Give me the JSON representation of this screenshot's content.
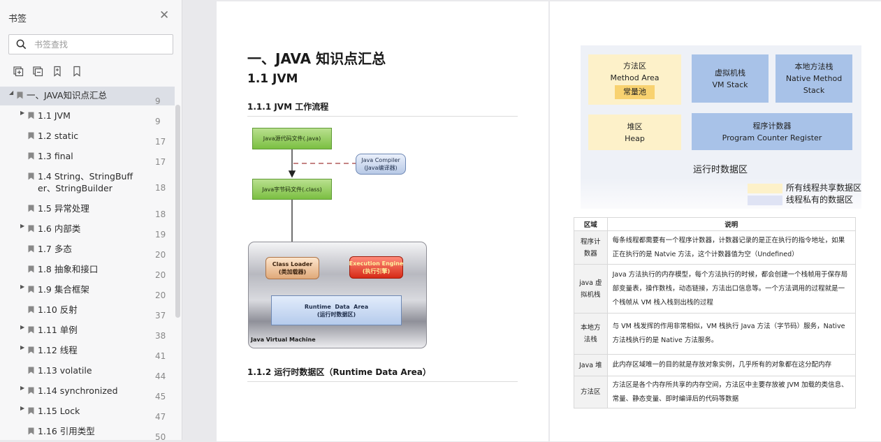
{
  "sidebar": {
    "title": "书签",
    "close_icon": "close-icon",
    "search_placeholder": "书签查找",
    "tools": [
      "expand-all-icon",
      "collapse-all-icon",
      "add-bookmark-icon",
      "bookmark-icon"
    ],
    "items": [
      {
        "label": "一、JAVA知识点汇总",
        "page": "9",
        "level": 0,
        "expanded": true,
        "selected": true
      },
      {
        "label": "1.1 JVM",
        "page": "9",
        "level": 1,
        "has_children": true
      },
      {
        "label": "1.2 static",
        "page": "17",
        "level": 1
      },
      {
        "label": "1.3 final",
        "page": "17",
        "level": 1
      },
      {
        "label": "1.4 String、StringBuff\ner、StringBuilder",
        "page": "18",
        "level": 1
      },
      {
        "label": "1.5 异常处理",
        "page": "18",
        "level": 1
      },
      {
        "label": "1.6 内部类",
        "page": "19",
        "level": 1,
        "has_children": true
      },
      {
        "label": "1.7 多态",
        "page": "20",
        "level": 1
      },
      {
        "label": "1.8 抽象和接口",
        "page": "20",
        "level": 1
      },
      {
        "label": "1.9 集合框架",
        "page": "20",
        "level": 1,
        "has_children": true
      },
      {
        "label": "1.10 反射",
        "page": "37",
        "level": 1
      },
      {
        "label": "1.11 单例",
        "page": "38",
        "level": 1,
        "has_children": true
      },
      {
        "label": "1.12 线程",
        "page": "41",
        "level": 1,
        "has_children": true
      },
      {
        "label": "1.13 volatile",
        "page": "44",
        "level": 1
      },
      {
        "label": "1.14 synchronized",
        "page": "45",
        "level": 1,
        "has_children": true
      },
      {
        "label": "1.15 Lock",
        "page": "47",
        "level": 1,
        "has_children": true
      },
      {
        "label": "1.16 引用类型",
        "page": "50",
        "level": 1
      }
    ]
  },
  "page1": {
    "h1": "一、JAVA 知识点汇总",
    "h2": "1.1 JVM",
    "h3a": "1.1.1 JVM  工作流程",
    "h3b": "1.1.2  运行时数据区（Runtime Data Area）",
    "diagram": {
      "source": "Java源代码文件(.java)",
      "compiler": "Java Compiler\n(Java编译器)",
      "bytecode": "Java字节码文件(.class)",
      "class_loader": "Class Loader\n(类加载器)",
      "exec_engine": "Execution Engine\n(执行引擎)",
      "runtime_area": "Runtime  Data  Area\n(运行时数据区)",
      "jvm": "Java Virtual Machine"
    }
  },
  "page2": {
    "runtime": {
      "method_area": "方法区\nMethod Area",
      "const_pool": "常量池",
      "vm_stack": "虚拟机栈\nVM Stack",
      "native_stack": "本地方法栈\nNative Method\nStack",
      "heap": "堆区\nHeap",
      "pc": "程序计数器\nProgram Counter Register",
      "title": "运行时数据区",
      "legend_shared": "所有线程共享数据区",
      "legend_private": "线程私有的数据区",
      "color_shared": "#fdf1c9",
      "color_private": "#dfe3f4"
    },
    "table": {
      "headers": [
        "区域",
        "说明"
      ],
      "rows": [
        [
          "程序计\n数器",
          "每条线程都需要有一个程序计数器，计数器记录的是正在执行的指令地址，如果正在执行的是 Natvie 方法，这个计数器值为空（Undefined）"
        ],
        [
          "java 虚\n拟机栈",
          "Java 方法执行的内存模型，每个方法执行的时候，都会创建一个栈帧用于保存局部变量表，操作数栈，动态链接，方法出口信息等。一个方法调用的过程就是一个栈帧从 VM 栈入栈到出栈的过程"
        ],
        [
          "本地方\n法栈",
          "与 VM 栈发挥的作用非常相似，VM 栈执行 Java 方法（字节码）服务，Native 方法栈执行的是 Native 方法服务。"
        ],
        [
          "Java 堆",
          "此内存区域唯一的目的就是存放对象实例，几乎所有的对象都在这分配内存"
        ],
        [
          "方法区",
          "方法区是各个内存所共享的内存空间，方法区中主要存放被 JVM 加载的类信息、常量、静态变量、即时编译后的代码等数据"
        ]
      ]
    }
  }
}
